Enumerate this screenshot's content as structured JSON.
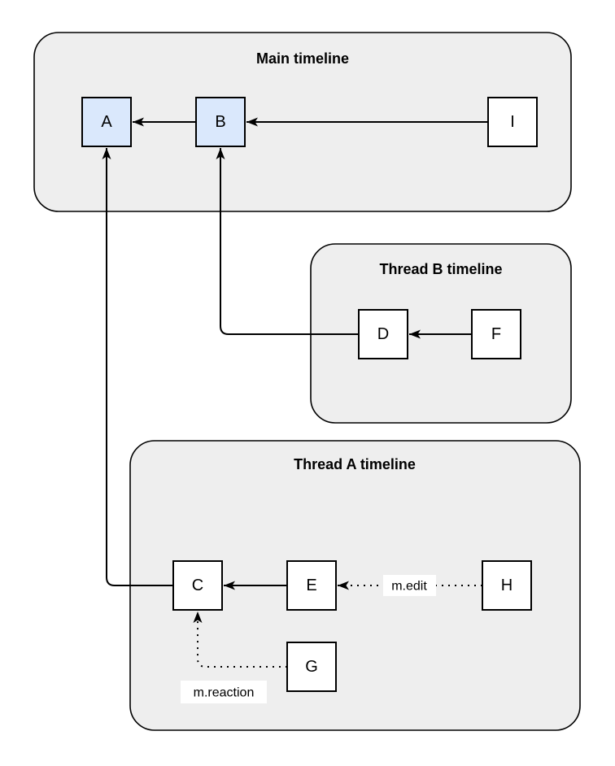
{
  "diagram": {
    "type": "event-graph",
    "containers": {
      "main": {
        "title": "Main timeline"
      },
      "thread_b": {
        "title": "Thread B timeline"
      },
      "thread_a": {
        "title": "Thread A timeline"
      }
    },
    "nodes": {
      "A": {
        "label": "A",
        "timeline": "main",
        "highlighted": true
      },
      "B": {
        "label": "B",
        "timeline": "main",
        "highlighted": true
      },
      "I": {
        "label": "I",
        "timeline": "main",
        "highlighted": false
      },
      "D": {
        "label": "D",
        "timeline": "thread_b",
        "highlighted": false
      },
      "F": {
        "label": "F",
        "timeline": "thread_b",
        "highlighted": false
      },
      "C": {
        "label": "C",
        "timeline": "thread_a",
        "highlighted": false
      },
      "E": {
        "label": "E",
        "timeline": "thread_a",
        "highlighted": false
      },
      "H": {
        "label": "H",
        "timeline": "thread_a",
        "highlighted": false
      },
      "G": {
        "label": "G",
        "timeline": "thread_a",
        "highlighted": false
      }
    },
    "edges": [
      {
        "from": "B",
        "to": "A",
        "style": "solid",
        "label": ""
      },
      {
        "from": "I",
        "to": "B",
        "style": "solid",
        "label": ""
      },
      {
        "from": "F",
        "to": "D",
        "style": "solid",
        "label": ""
      },
      {
        "from": "D",
        "to": "B",
        "style": "solid",
        "label": ""
      },
      {
        "from": "E",
        "to": "C",
        "style": "solid",
        "label": ""
      },
      {
        "from": "C",
        "to": "A",
        "style": "solid",
        "label": ""
      },
      {
        "from": "H",
        "to": "E",
        "style": "dotted",
        "label": "m.edit"
      },
      {
        "from": "G",
        "to": "C",
        "style": "dotted",
        "label": "m.reaction"
      }
    ],
    "colors": {
      "container_fill": "#eeeeee",
      "container_stroke": "#000000",
      "node_fill": "#ffffff",
      "node_highlight_fill": "#dae8fc",
      "node_stroke": "#000000",
      "edge": "#000000",
      "label_background": "#ffffff"
    }
  }
}
